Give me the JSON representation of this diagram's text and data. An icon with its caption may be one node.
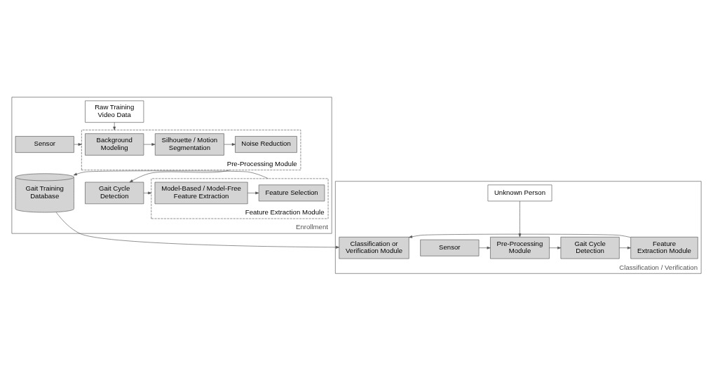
{
  "diagram": {
    "nodes": [
      {
        "text": [
          "Enrollment"
        ]
      },
      {
        "text": [
          "Raw Training Video Data"
        ],
        "in": 0
      },
      {
        "text": [
          "Sensor"
        ],
        "in": 0
      },
      {
        "text": [
          "Pre-Processing Module"
        ],
        "in": 0
      },
      {
        "text": [
          "Background Modeling"
        ],
        "in": 3
      },
      {
        "text": [
          "Silhouette / Motion Segmentation"
        ],
        "in": 3
      },
      {
        "text": [
          "Noise Reduction"
        ],
        "in": 3
      },
      {
        "text": [
          "Gait Cycle Detection"
        ],
        "in": 0
      },
      {
        "text": [
          "Feature Extraction Module"
        ],
        "in": 0
      },
      {
        "text": [
          "Model-Based / Model-Free Feature Extraction"
        ],
        "in": 8
      },
      {
        "text": [
          "Feature Selection"
        ],
        "in": 8
      },
      {
        "text": [
          "Gait Training Database"
        ],
        "in": 0
      },
      {
        "text": [
          "Classification / Verification"
        ]
      },
      {
        "text": [
          "Unknown Person"
        ],
        "in": 12
      },
      {
        "text": [
          "Sensor"
        ],
        "in": 12
      },
      {
        "text": [
          "Pre-Processing Module"
        ],
        "in": 12
      },
      {
        "text": [
          "Gait Cycle Detection"
        ],
        "in": 12
      },
      {
        "text": [
          "Feature Extraction Module"
        ],
        "in": 12
      },
      {
        "text": [
          "Classification or Verification Module"
        ],
        "in": 12
      }
    ],
    "edges": [
      {
        "from": 2,
        "to": 3,
        "arrow": "to"
      },
      {
        "from": 1,
        "to": 3,
        "arrow": "to"
      },
      {
        "from": 4,
        "to": 5,
        "arrow": "to"
      },
      {
        "from": 5,
        "to": 6,
        "arrow": "to"
      },
      {
        "from": 3,
        "to": 7,
        "arrow": "to"
      },
      {
        "from": 7,
        "to": 8,
        "arrow": "to"
      },
      {
        "from": 9,
        "to": 10,
        "arrow": "to"
      },
      {
        "from": 8,
        "to": 11,
        "arrow": "to"
      },
      {
        "from": 11,
        "to": 18,
        "arrow": "to"
      },
      {
        "from": 14,
        "to": 15,
        "arrow": "to"
      },
      {
        "from": 13,
        "to": 15,
        "arrow": "to"
      },
      {
        "from": 15,
        "to": 16,
        "arrow": "to"
      },
      {
        "from": 16,
        "to": 17,
        "arrow": "to"
      },
      {
        "from": 17,
        "to": 18,
        "arrow": "to"
      }
    ]
  }
}
